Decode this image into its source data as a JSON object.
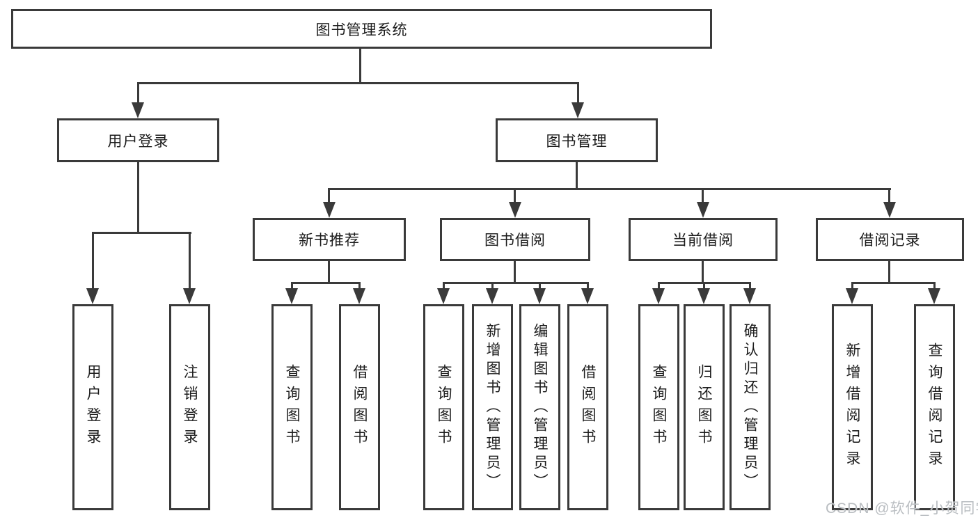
{
  "tree": {
    "root": {
      "label": "图书管理系统"
    },
    "login_branch": {
      "label": "用户登录",
      "leaves": [
        "用户登录",
        "注销登录"
      ]
    },
    "mgmt_branch": {
      "label": "图书管理",
      "sections": [
        {
          "label": "新书推荐",
          "leaves": [
            "查询图书",
            "借阅图书"
          ]
        },
        {
          "label": "图书借阅",
          "leaves": [
            "查询图书",
            "新增图书（管理员）",
            "编辑图书（管理员）",
            "借阅图书"
          ]
        },
        {
          "label": "当前借阅",
          "leaves": [
            "查询图书",
            "归还图书",
            "确认归还（管理员）"
          ]
        },
        {
          "label": "借阅记录",
          "leaves": [
            "新增借阅记录",
            "查询借阅记录"
          ]
        }
      ]
    }
  },
  "watermark": {
    "text": "CSDN @软件_小贺同学"
  },
  "colors": {
    "line": "#3a3a3a",
    "text": "#1c1c1c",
    "background": "#ffffff",
    "watermark": "#b9bdc1"
  }
}
